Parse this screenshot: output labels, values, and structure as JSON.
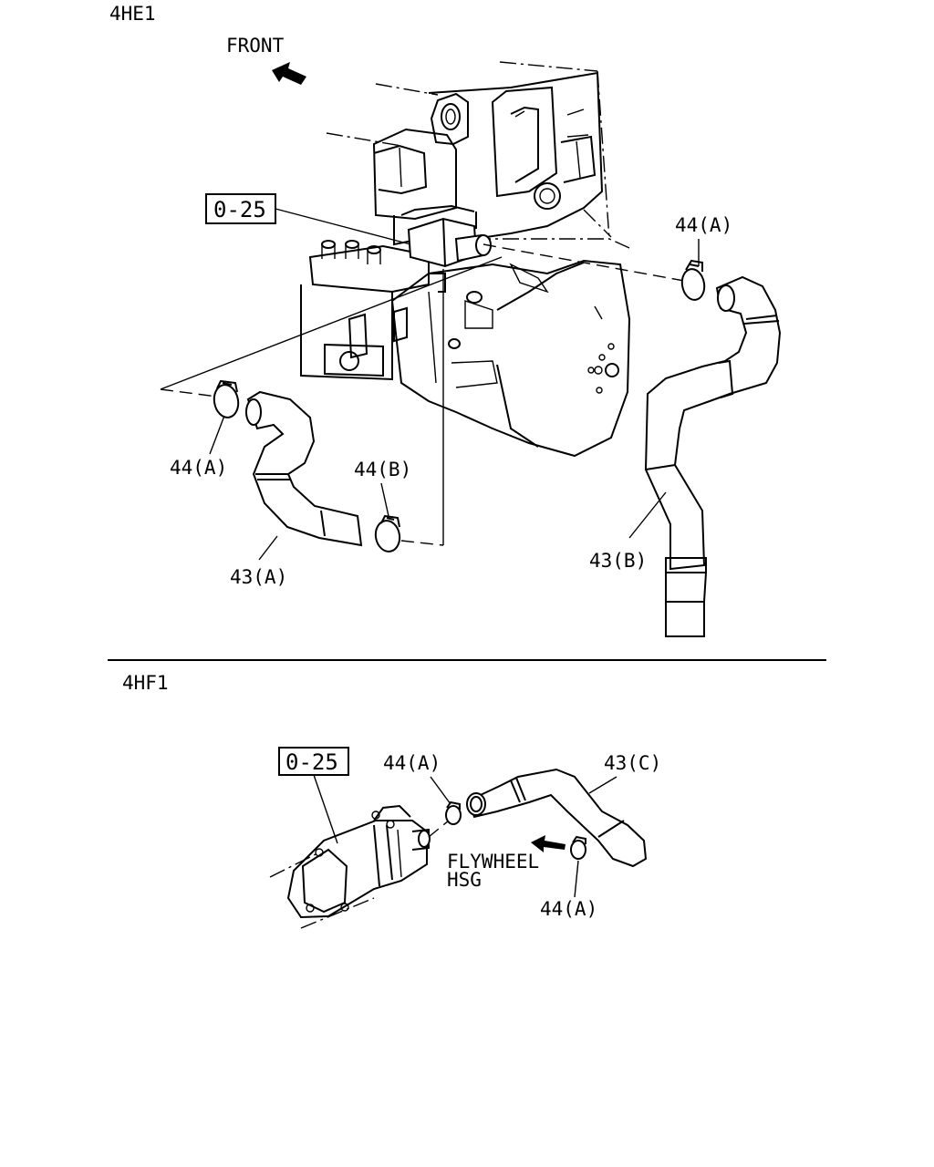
{
  "sections": [
    {
      "model": "4HE1",
      "direction_label": "FRONT",
      "reference_box": "0-25",
      "callouts": [
        "44(A)",
        "44(A)",
        "44(B)",
        "43(A)",
        "43(B)"
      ]
    },
    {
      "model": "4HF1",
      "reference_box": "0-25",
      "callouts": [
        "44(A)",
        "43(C)",
        "44(A)"
      ],
      "note_lines": [
        "FLYWHEEL",
        "HSG"
      ]
    }
  ],
  "icons": {
    "front_arrow": "arrow-up-left-icon",
    "flywheel_arrow": "arrow-left-icon"
  },
  "colors": {
    "ink": "#000000",
    "paper": "#ffffff"
  }
}
